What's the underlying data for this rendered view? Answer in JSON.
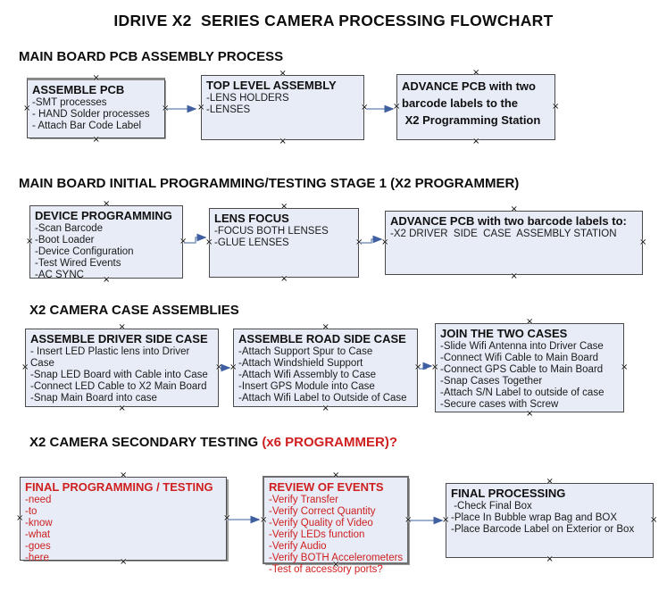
{
  "title": "IDRIVE X2  SERIES CAMERA PROCESSING FLOWCHART",
  "colors": {
    "box_fill": "#e7ecf6",
    "box_border": "#4a4a4a",
    "arrow_line": "#7d97bd",
    "arrow_head": "#3f5fa0",
    "red_text": "#cf1f1f",
    "black_text": "#101010"
  },
  "sections": [
    {
      "heading": "MAIN BOARD PCB ASSEMBLY PROCESS",
      "boxes": [
        {
          "title": "ASSEMBLE PCB",
          "items": [
            "-SMT processes",
            "- HAND Solder processes",
            "- Attach Bar Code Label"
          ]
        },
        {
          "title": "TOP LEVEL ASSEMBLY",
          "items": [
            "-LENS HOLDERS",
            "-LENSES"
          ]
        },
        {
          "title": "ADVANCE PCB with two\nbarcode labels to the\n X2 Programming Station",
          "items": []
        }
      ]
    },
    {
      "heading": "MAIN BOARD INITIAL PROGRAMMING/TESTING STAGE 1 (X2 PROGRAMMER)",
      "boxes": [
        {
          "title": "DEVICE PROGRAMMING",
          "items": [
            "-Scan Barcode",
            "-Boot Loader",
            "-Device Configuration",
            "-Test Wired Events",
            "-AC SYNC"
          ]
        },
        {
          "title": "LENS FOCUS",
          "items": [
            "-FOCUS BOTH LENSES",
            "-GLUE LENSES"
          ]
        },
        {
          "title": "ADVANCE PCB with two barcode labels to:",
          "items": [
            "-X2 DRIVER  SIDE  CASE  ASSEMBLY STATION"
          ]
        }
      ]
    },
    {
      "heading": "X2 CAMERA CASE ASSEMBLIES",
      "boxes": [
        {
          "title": "ASSEMBLE DRIVER SIDE CASE",
          "items": [
            "- Insert LED Plastic lens into Driver Case",
            "-Snap LED Board with Cable into Case",
            "-Connect LED Cable to X2 Main Board",
            "-Snap Main Board into case"
          ]
        },
        {
          "title": "ASSEMBLE ROAD SIDE CASE",
          "items": [
            "-Attach Support Spur to Case",
            "-Attach Windshield Support",
            "-Attach Wifi Assembly to Case",
            "-Insert GPS Module into Case",
            "-Attach Wifi Label to Outside of Case"
          ]
        },
        {
          "title": "JOIN THE TWO CASES",
          "items": [
            "-Slide Wifi Antenna into Driver Case",
            "-Connect Wifi Cable to Main Board",
            "-Connect GPS Cable to Main Board",
            "-Snap Cases Together",
            "-Attach S/N Label to outside of case",
            "-Secure cases with Screw"
          ]
        }
      ]
    },
    {
      "heading": "X2 CAMERA SECONDARY TESTING ",
      "heading_suffix": "(x6 PROGRAMMER)?",
      "boxes": [
        {
          "title": "FINAL PROGRAMMING / TESTING",
          "items": [
            "-need",
            "-to",
            "-know",
            "-what",
            "-goes",
            "-here"
          ]
        },
        {
          "title": "REVIEW OF EVENTS",
          "items": [
            "-Verify Transfer",
            "-Verify Correct Quantity",
            "-Verify Quality of Video",
            "-Verify LEDs function",
            "-Verify Audio",
            "-Verify BOTH Accelerometers",
            "-Test of accessory ports?"
          ]
        },
        {
          "title": "FINAL PROCESSING",
          "items": [
            " -Check Final Box",
            "-Place In Bubble wrap Bag and BOX",
            "-Place Barcode Label on Exterior or Box"
          ]
        }
      ]
    }
  ]
}
